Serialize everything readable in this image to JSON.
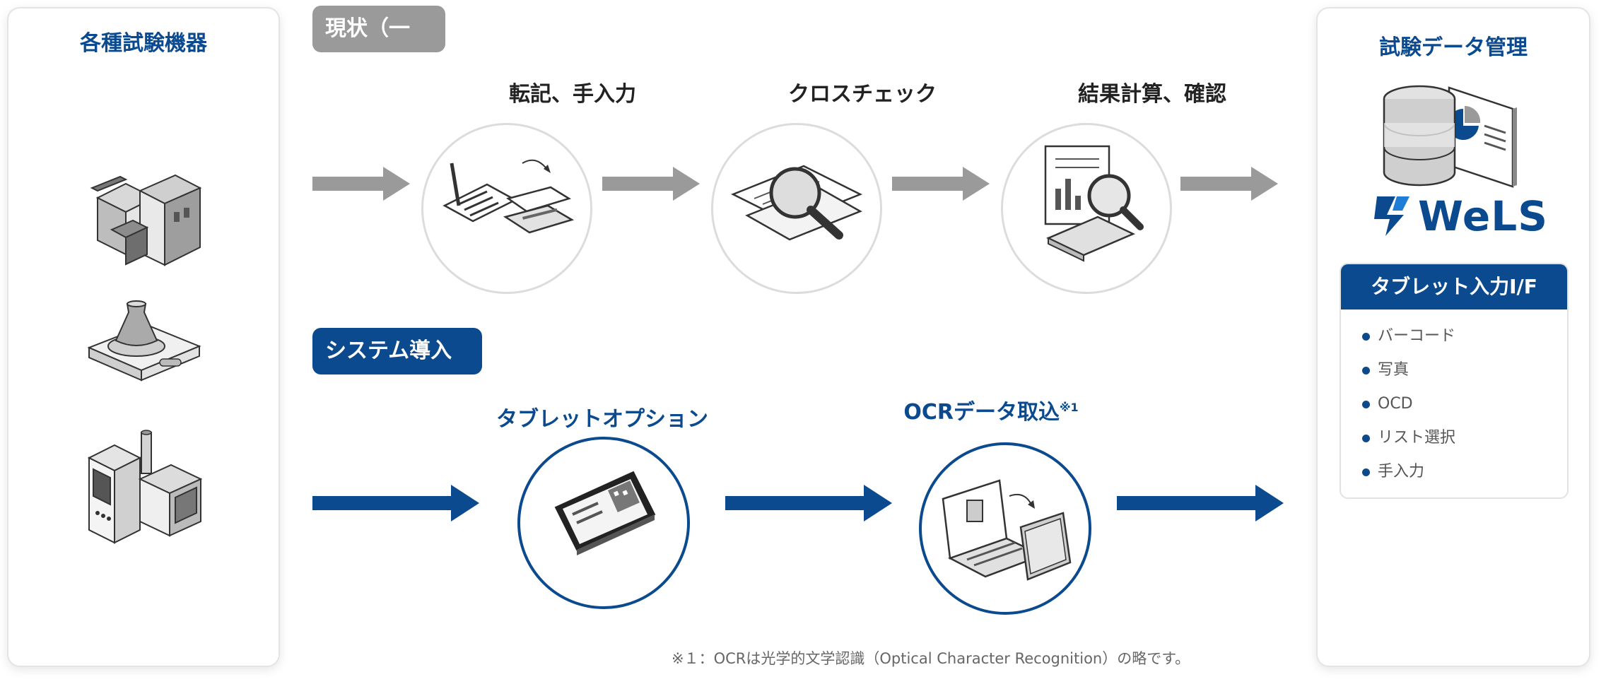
{
  "left_panel": {
    "title": "各種試験機器"
  },
  "right_panel": {
    "title": "試験データ管理",
    "logo": "WeLS"
  },
  "current": {
    "tag": "現状（一般）",
    "steps": [
      {
        "label": "転記、手入力",
        "icon": "clipboard-laptop-icon"
      },
      {
        "label": "クロスチェック",
        "icon": "magnifier-documents-icon"
      },
      {
        "label": "結果計算、確認",
        "icon": "calculator-chart-icon"
      }
    ]
  },
  "after": {
    "tag": "システム導入後",
    "steps": [
      {
        "label": "タブレットオプション",
        "icon": "tablet-qr-icon"
      },
      {
        "label": "OCRデータ取込",
        "note_mark": "※1",
        "icon": "laptop-folder-icon"
      }
    ]
  },
  "tablet_box": {
    "title": "タブレット入力I/F",
    "items": [
      "バーコード",
      "写真",
      "OCD",
      "リスト選択",
      "手入力"
    ]
  },
  "footnote": "※１：OCRは光学的文学認識（Optical Character Recognition）の略です。",
  "colors": {
    "accent_blue": "#0b4a8e",
    "arrow_gray": "#9a9a9a"
  }
}
